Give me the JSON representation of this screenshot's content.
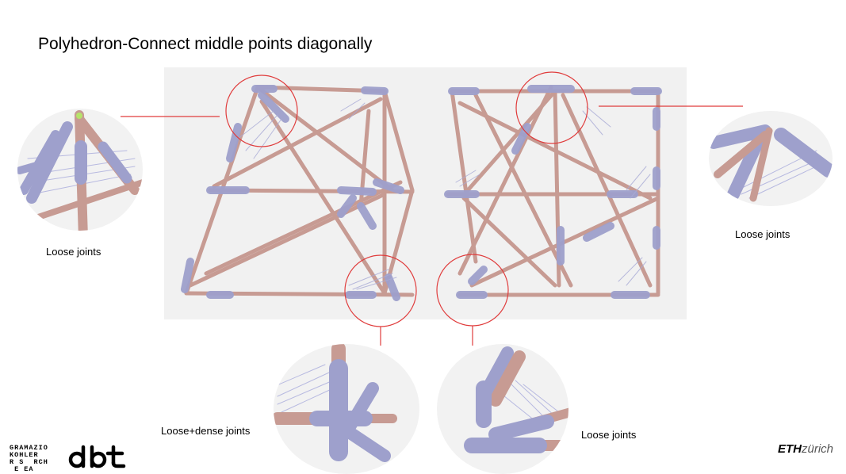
{
  "slide": {
    "title": "Polyhedron-Connect middle points diagonally",
    "callouts": {
      "top_left": "Loose joints",
      "top_right": "Loose joints",
      "bottom_center_left": "Loose+dense joints",
      "bottom_center_right": "Loose joints"
    }
  },
  "logos": {
    "gramazio_kohler": [
      "GRAMAZIO",
      "KOHLER",
      "R S  RCH",
      " E EA"
    ],
    "dbt": "dbt",
    "eth": {
      "bold": "ETH",
      "light": "zürich"
    }
  },
  "colors": {
    "strut_copper": "#c79b93",
    "connector_lavender": "#9ea0cc",
    "accent_red": "#e03c3c",
    "panel_bg": "#f1f1f1"
  },
  "icons": [
    "gramazio-kohler-logo",
    "dbt-logo",
    "eth-zurich-logo"
  ]
}
